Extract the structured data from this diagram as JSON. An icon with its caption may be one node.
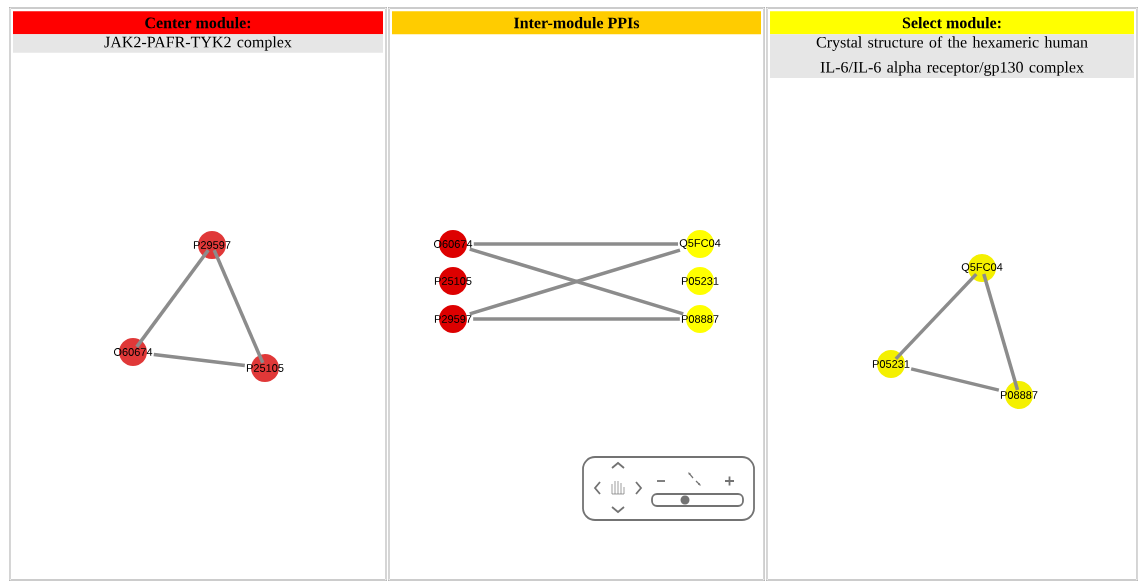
{
  "diagram": {
    "nodes": [
      {
        "text": [
          "Center module:",
          "JAK2-PAFR-TYK2 complex"
        ]
      },
      {
        "text": [
          "P29597"
        ],
        "in": 0
      },
      {
        "text": [
          "O60674"
        ],
        "in": 0
      },
      {
        "text": [
          "P25105"
        ],
        "in": 0
      },
      {
        "text": [
          "Inter-module PPIs"
        ]
      },
      {
        "text": [
          "O60674"
        ],
        "in": 4
      },
      {
        "text": [
          "Q5FC04"
        ],
        "in": 4
      },
      {
        "text": [
          "P25105"
        ],
        "in": 4
      },
      {
        "text": [
          "P05231"
        ],
        "in": 4
      },
      {
        "text": [
          "P29597"
        ],
        "in": 4
      },
      {
        "text": [
          "P08887"
        ],
        "in": 4
      },
      {
        "text": [
          "Select module:",
          "Crystal structure of the hexameric human IL-6/IL-6 alpha receptor/gp130 complex"
        ]
      },
      {
        "text": [
          "Q5FC04"
        ],
        "in": 11
      },
      {
        "text": [
          "P05231"
        ],
        "in": 11
      },
      {
        "text": [
          "P08887"
        ],
        "in": 11
      }
    ],
    "edges": [
      {
        "from": 1,
        "to": 2,
        "arrow": "none"
      },
      {
        "from": 1,
        "to": 3,
        "arrow": "none"
      },
      {
        "from": 2,
        "to": 3,
        "arrow": "none"
      },
      {
        "from": 5,
        "to": 6,
        "arrow": "none"
      },
      {
        "from": 5,
        "to": 10,
        "arrow": "none"
      },
      {
        "from": 9,
        "to": 6,
        "arrow": "none"
      },
      {
        "from": 9,
        "to": 10,
        "arrow": "none"
      },
      {
        "from": 12,
        "to": 13,
        "arrow": "none"
      },
      {
        "from": 12,
        "to": 14,
        "arrow": "none"
      },
      {
        "from": 13,
        "to": 14,
        "arrow": "none"
      }
    ]
  }
}
